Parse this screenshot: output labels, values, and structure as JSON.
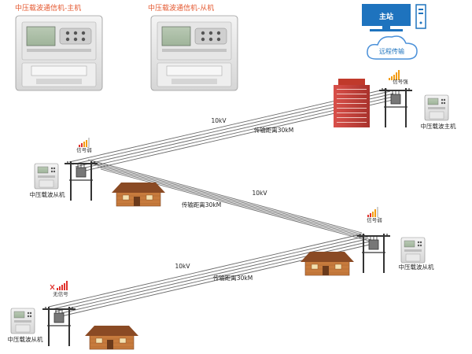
{
  "titles": {
    "master": "中压载波通信机-主机",
    "slave": "中压载波通信机-从机"
  },
  "station": {
    "label": "主站",
    "cloud_label": "远程传输"
  },
  "lines": [
    {
      "voltage": "10kV",
      "distance": "传输距离30kM"
    },
    {
      "voltage": "10kV",
      "distance": "传输距离30kM"
    },
    {
      "voltage": "10kV",
      "distance": "传输距离30kM"
    }
  ],
  "signals": {
    "strong": "信号强",
    "good_1": "信号弱",
    "good_2": "信号弱",
    "none": "无信号"
  },
  "units": {
    "master": "中压载波主机",
    "slave_1": "中压载波从机",
    "slave_2": "中压载波从机",
    "slave_3": "中压载波从机"
  },
  "colors": {
    "title": "#e4572e",
    "station": "#1e73be",
    "cloud": "#4a90d9",
    "wire": "#6a6a6a",
    "signal_orange": "#f39c12",
    "signal_red": "#e0312c",
    "house_wall": "#c77b3d",
    "house_roof": "#8a4a24",
    "building": "#c0392b",
    "pole": "#333333"
  }
}
